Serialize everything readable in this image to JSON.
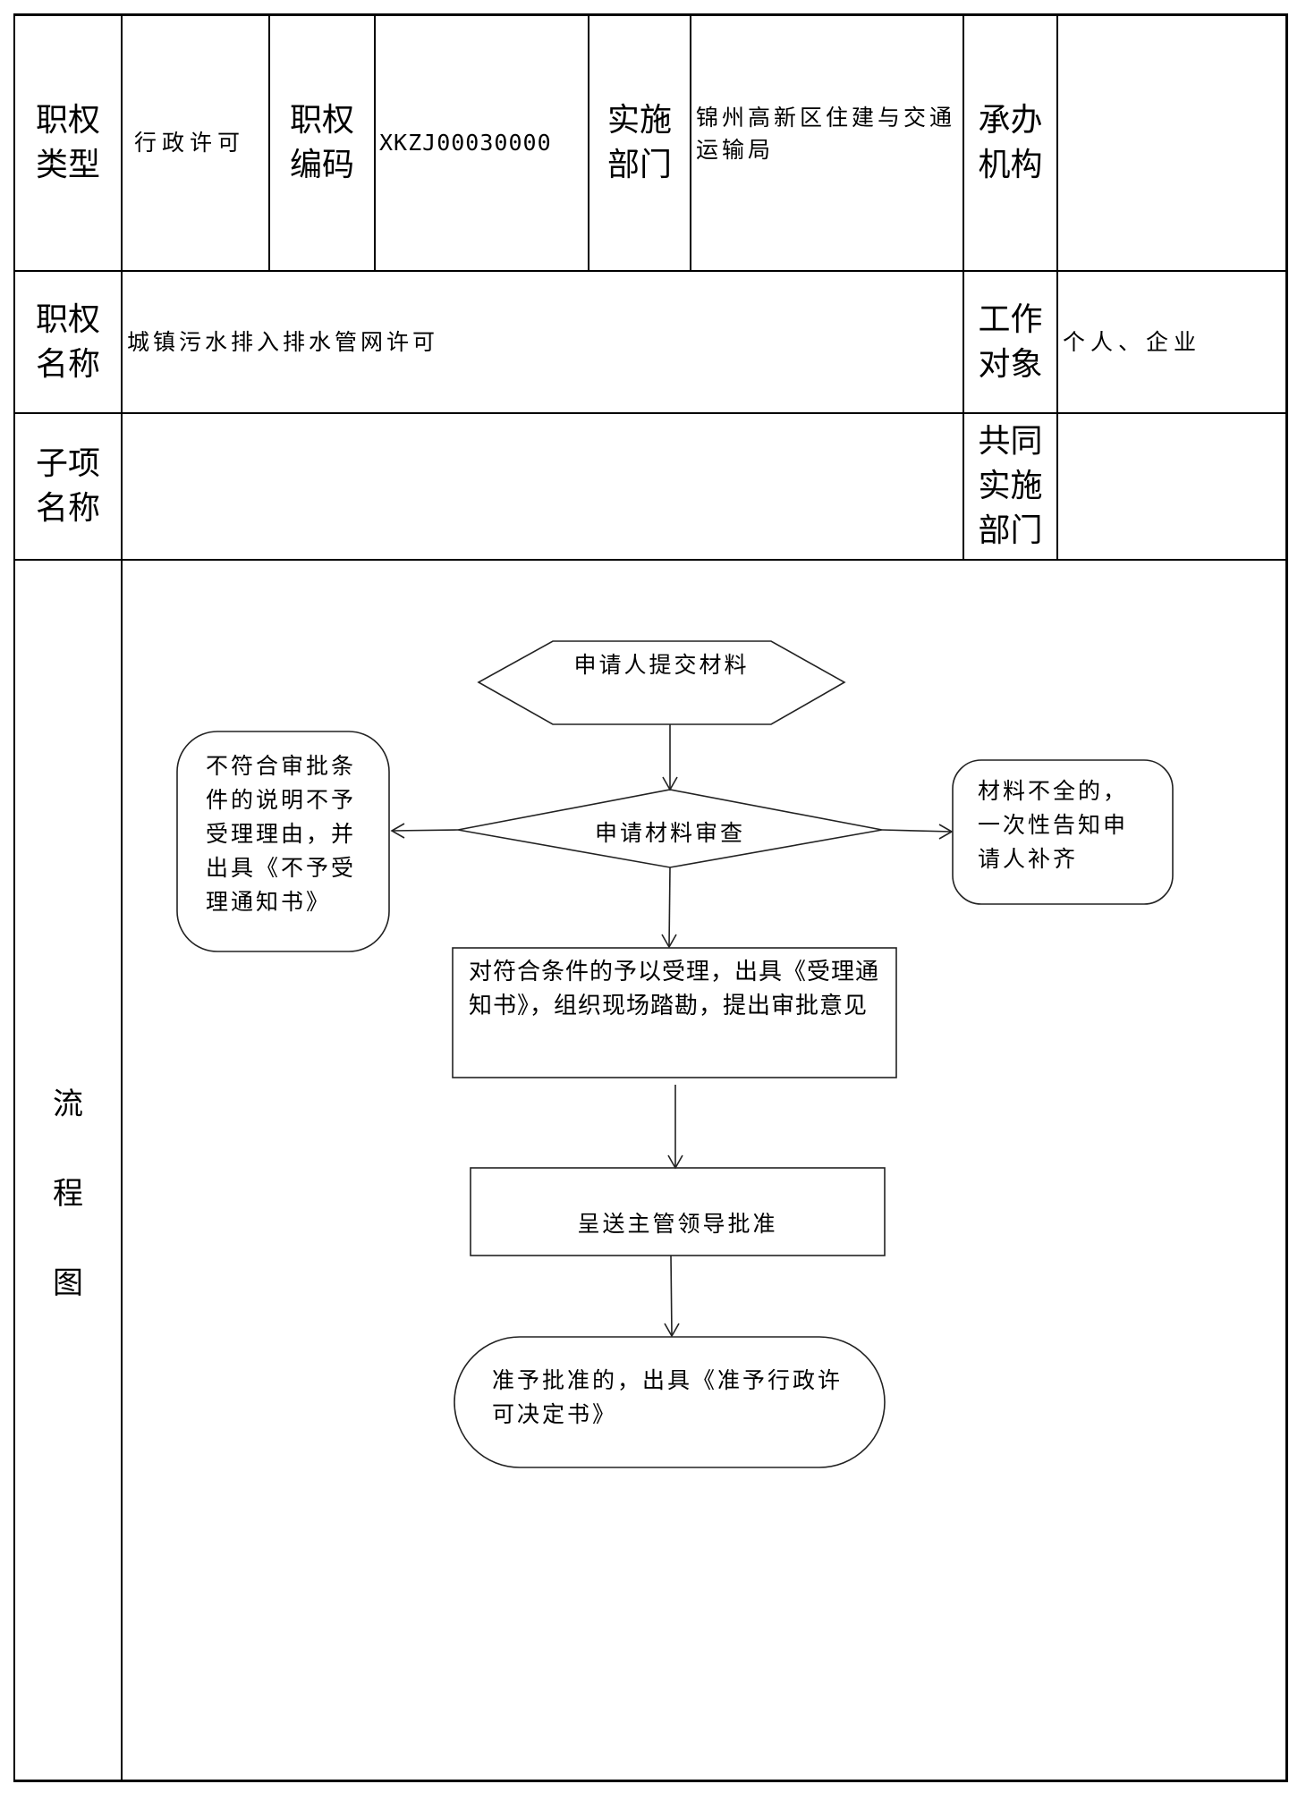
{
  "table": {
    "type_label": "职权类型",
    "type_value": "行政许可",
    "code_label": "职权编码",
    "code_value": "XKZJ00030000",
    "dept_label": "实施部门",
    "dept_value": "锦州高新区住建与交通运输局",
    "org_label": "承办机构",
    "org_value": "",
    "name_label": "职权名称",
    "name_value": "城镇污水排入排水管网许可",
    "target_label": "工作对象",
    "target_value": "个人、企业",
    "sub_label": "子项名称",
    "sub_value": "",
    "joint_label": "共同实施部门",
    "joint_value": "",
    "flow_label": [
      "流",
      "程",
      "图"
    ]
  },
  "flowchart": {
    "start": "申请人提交材料",
    "review": "申请材料审查",
    "reject": "不符合审批条件的说明不予受理理由，并出具《不予受理通知书》",
    "incomplete": "材料不全的，一次性告知申请人补齐",
    "accept": "对符合条件的予以受理，出具《受理通知书》，组织现场踏勘，提出审批意见",
    "submit": "呈送主管领导批准",
    "approve": "准予批准的，出具《准予行政许可决定书》"
  }
}
